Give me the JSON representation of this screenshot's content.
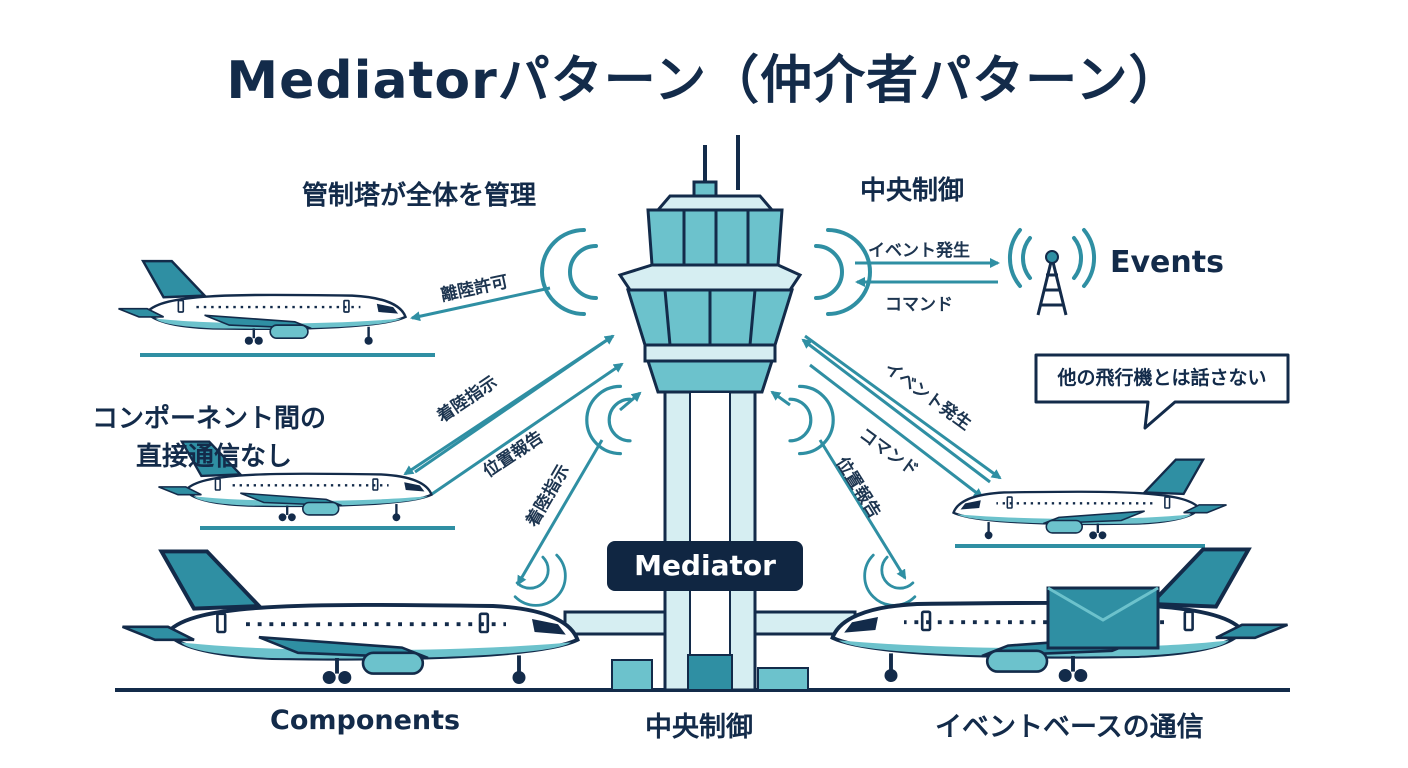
{
  "title": "Mediatorパターン（仲介者パターン）",
  "header_left": "管制塔が全体を管理",
  "header_right": "中央制御",
  "events_label": "Events",
  "tower_badge": "Mediator",
  "left_note_line1": "コンポーネント間の",
  "left_note_line2": "直接通信なし",
  "speech_bubble": "他の飛行機とは話さない",
  "arrows": {
    "takeoff_permission": "離陸許可",
    "landing_instruction_1": "着陸指示",
    "position_report_1": "位置報告",
    "landing_instruction_2": "着陸指示",
    "event_fired_top": "イベント発生",
    "command_top": "コマンド",
    "event_fired_right": "イベント発生",
    "command_right": "コマンド",
    "position_report_2": "位置報告"
  },
  "footer": {
    "components": "Components",
    "center": "中央制御",
    "event_based": "イベントベースの通信"
  },
  "colors": {
    "navy": "#132b4a",
    "teal": "#2f8fa3",
    "teal_light": "#6cc2cc",
    "pale": "#d6eef2",
    "badge": "#102642"
  }
}
